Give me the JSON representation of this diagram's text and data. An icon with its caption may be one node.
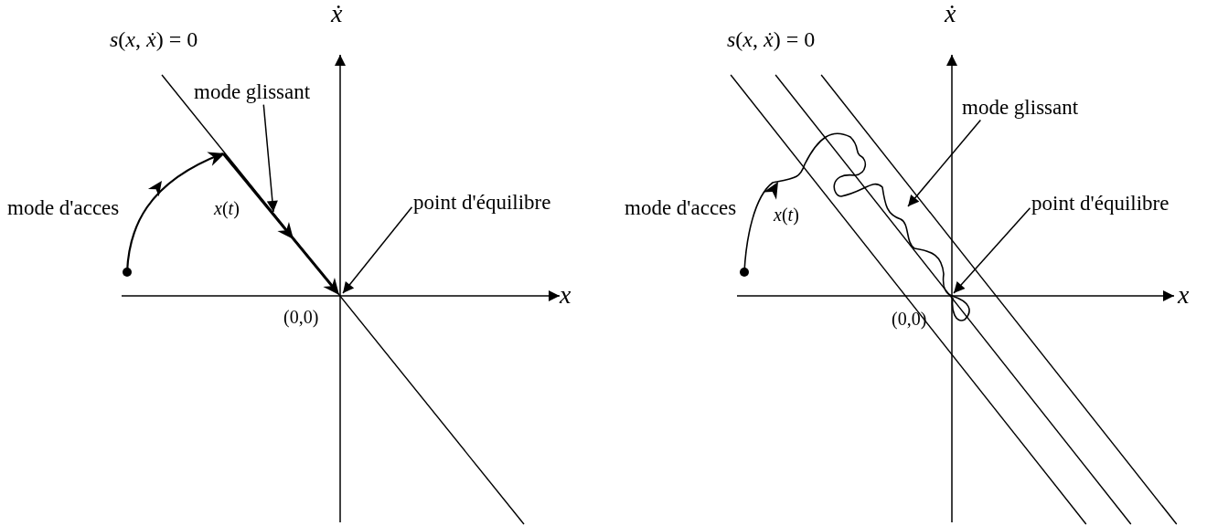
{
  "diagram": {
    "nodes": [
      {
        "text": [
          "mode glissant"
        ]
      },
      {
        "text": [
          "point d'équilibre"
        ]
      },
      {
        "text": [
          "mode glissant"
        ]
      },
      {
        "text": [
          "point d'équilibre"
        ]
      }
    ],
    "edges": [
      {
        "from": 0,
        "to": null,
        "arrow": "to"
      },
      {
        "from": 1,
        "to": null,
        "arrow": "to"
      },
      {
        "from": 2,
        "to": null,
        "arrow": "to"
      },
      {
        "from": 3,
        "to": null,
        "arrow": "to"
      }
    ],
    "labels": [
      "ẋ",
      "*s*(*x*, *ẋ*) = 0",
      "mode d'acces",
      "*x*(*t*)",
      "x",
      "(0,0)",
      "ẋ",
      "*s*(*x*, *ẋ*) = 0",
      "mode d'acces",
      "*x*(*t*)",
      "x",
      "(0,0)"
    ]
  }
}
